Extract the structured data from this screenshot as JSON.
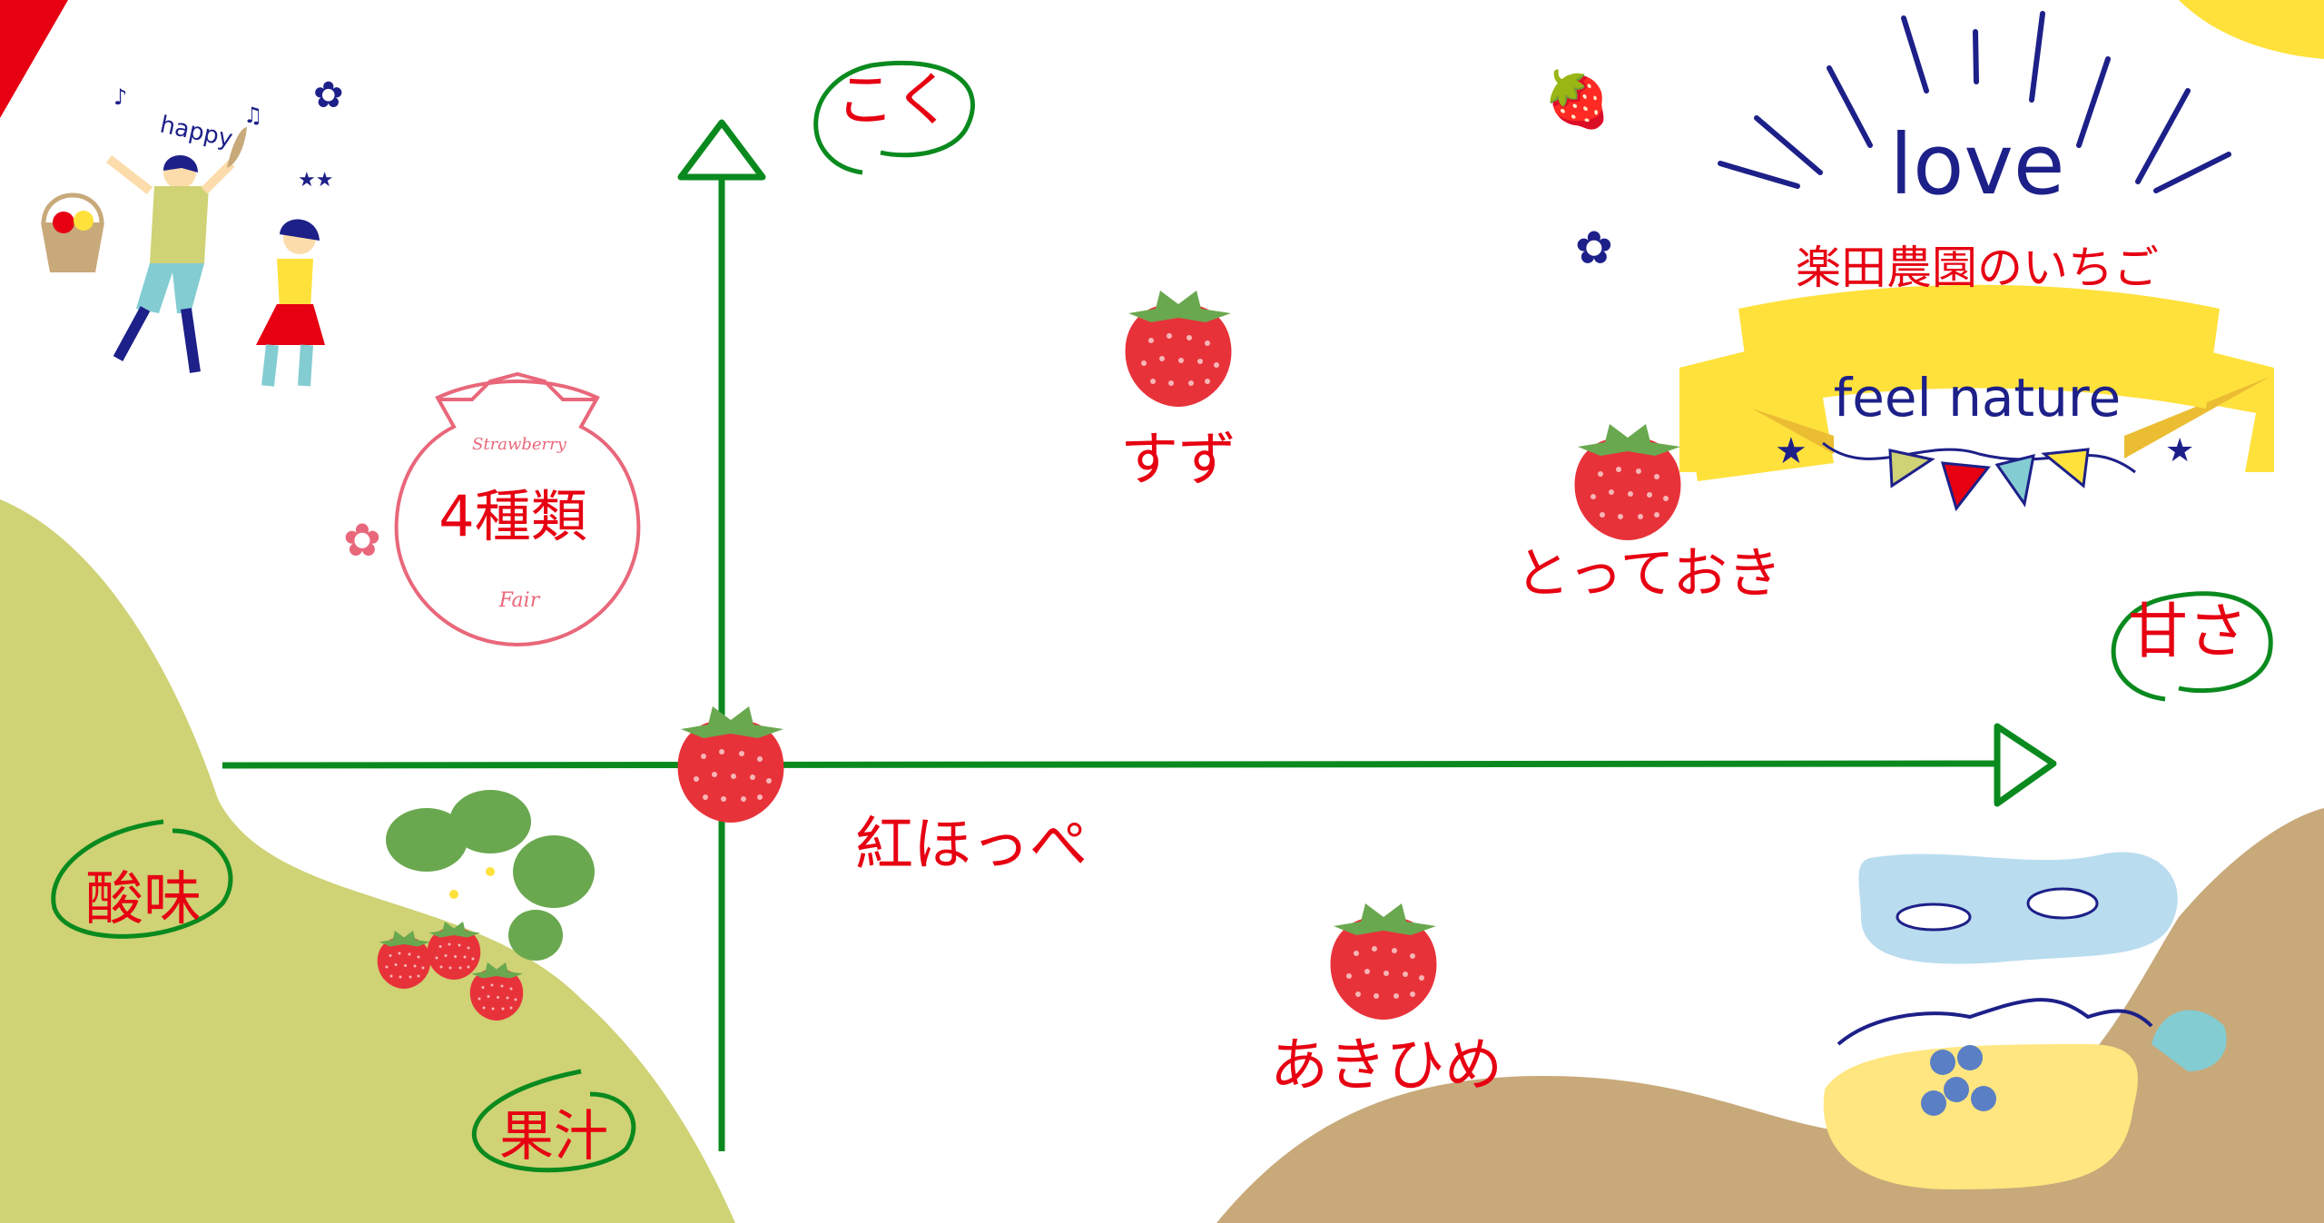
{
  "title": {
    "love": "love",
    "ribbon": "楽田農園のいちご",
    "tagline": "feel nature"
  },
  "badge": {
    "top": "Strawberry",
    "main": "4種類",
    "bottom": "Fair"
  },
  "doodle": {
    "happy": "happy"
  },
  "axes": {
    "up": "こく",
    "right": "甘さ",
    "left": "酸味",
    "down": "果汁"
  },
  "varieties": [
    {
      "name": "すず"
    },
    {
      "name": "とっておき"
    },
    {
      "name": "紅ほっぺ"
    },
    {
      "name": "あきひめ"
    }
  ],
  "colors": {
    "axis": "#0a8a1e",
    "label": "#e60012",
    "navy": "#1d2088",
    "ribbon": "#ffe13c",
    "olive": "#cfd275",
    "tan": "#c8a97a",
    "strawberry": "#e8323a"
  }
}
